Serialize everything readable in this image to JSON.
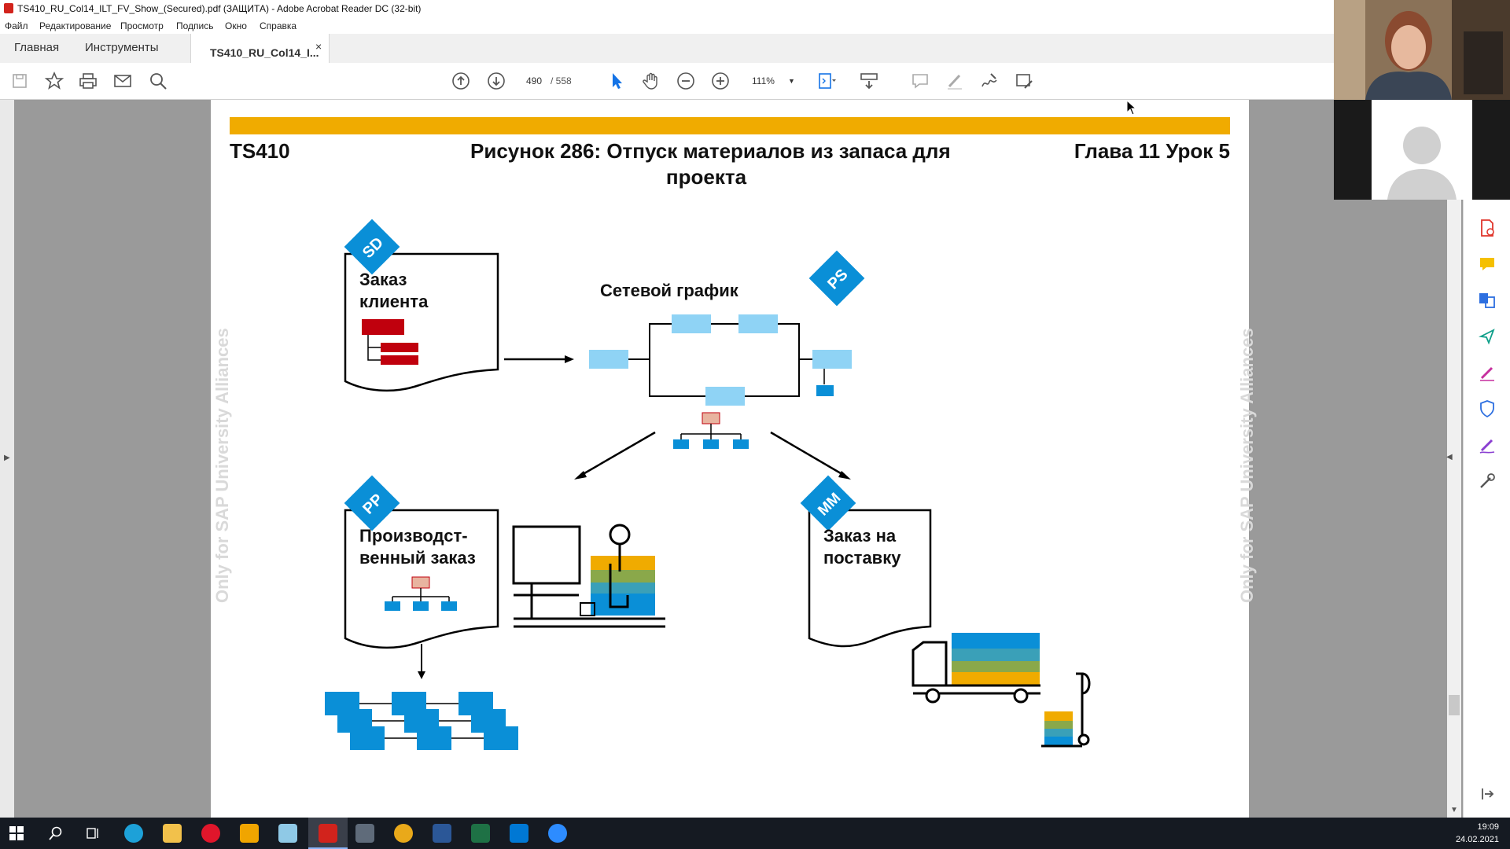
{
  "window": {
    "title": "TS410_RU_Col14_ILT_FV_Show_(Secured).pdf (ЗАЩИТА) - Adobe Acrobat Reader DC (32-bit)"
  },
  "menu": [
    "Файл",
    "Редактирование",
    "Просмотр",
    "Подпись",
    "Окно",
    "Справка"
  ],
  "tabs": {
    "home": "Главная",
    "tools": "Инструменты",
    "doc": "TS410_RU_Col14_I...",
    "close": "×"
  },
  "toolbar": {
    "page_current": "490",
    "page_total": "/ 558",
    "zoom": "111%"
  },
  "slide": {
    "course": "TS410",
    "title": "Рисунок 286: Отпуск материалов из запаса для",
    "title2": "проекта",
    "chapter": "Глава 11 Урок 5",
    "watermark": "Only for SAP University Alliances",
    "labels": {
      "sales_order": "Заказ клиента",
      "network": "Сетевой график",
      "production_order": "Производст-венный заказ",
      "purchase_order": "Заказ на поставку"
    },
    "badges": {
      "sd": "SD",
      "ps": "PS",
      "pp": "PP",
      "mm": "MM"
    }
  },
  "taskbar": {
    "time": "19:09",
    "date": "24.02.2021"
  },
  "colors": {
    "accent_gold": "#f0ab00",
    "sap_blue": "#0a8fd7",
    "light_blue": "#8fd3f5",
    "red": "#c0000d"
  }
}
